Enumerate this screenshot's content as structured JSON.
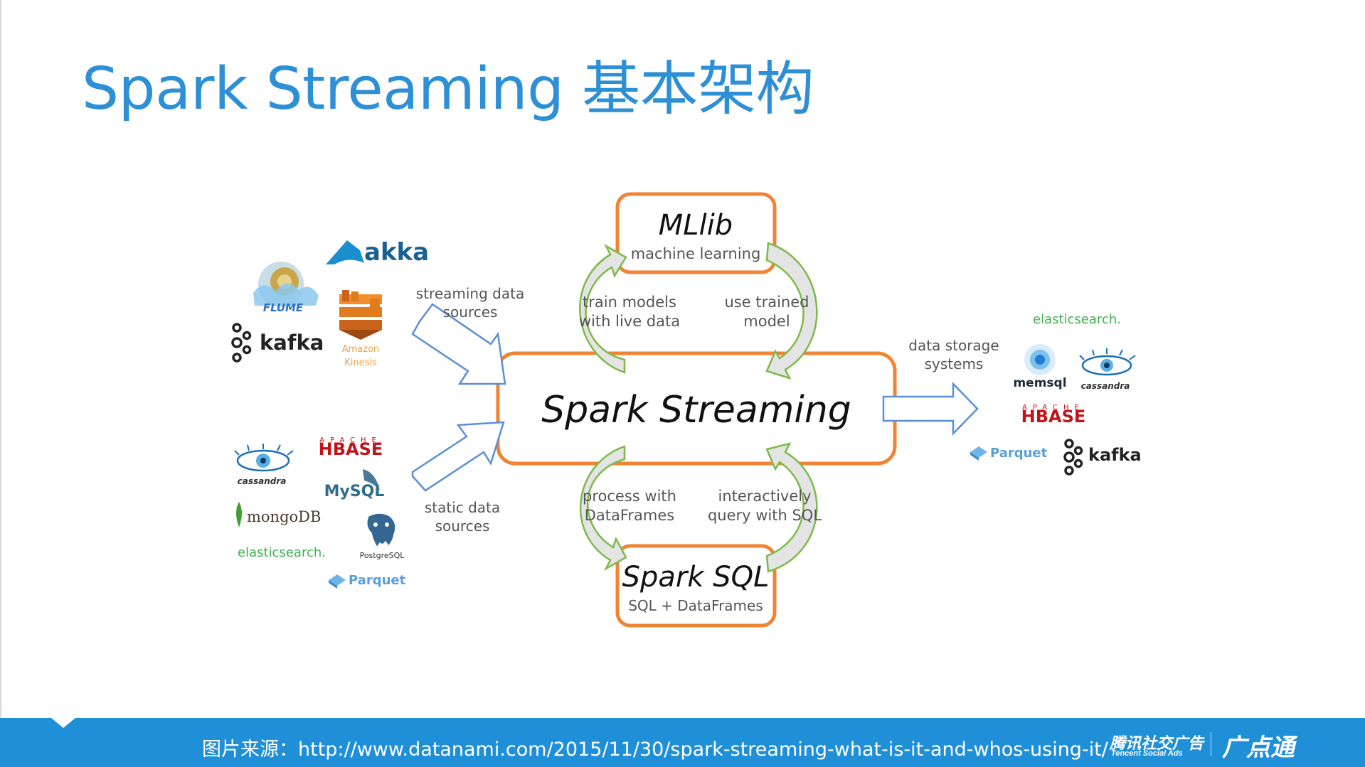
{
  "slide": {
    "title": "Spark Streaming 基本架构",
    "footer_text": "图片来源：http://www.datanami.com/2015/11/30/spark-streaming-what-is-it-and-whos-using-it/",
    "brand_cn": "腾讯社交广告",
    "brand_en": "Tencent Social Ads",
    "brand_logo": "广点通"
  },
  "diagram": {
    "core": "Spark Streaming",
    "mllib": {
      "title": "MLlib",
      "subtitle": "machine learning"
    },
    "sparksql": {
      "title": "Spark SQL",
      "subtitle": "SQL + DataFrames"
    },
    "labels": {
      "streaming_sources_1": "streaming data",
      "streaming_sources_2": "sources",
      "static_sources_1": "static data",
      "static_sources_2": "sources",
      "storage_1": "data storage",
      "storage_2": "systems",
      "train_1": "train models",
      "train_2": "with live data",
      "use_1": "use trained",
      "use_2": "model",
      "process_1": "process with",
      "process_2": "DataFrames",
      "query_1": "interactively",
      "query_2": "query with SQL"
    },
    "logos": {
      "akka": "akka",
      "flume": "FLUME",
      "kafka_src": "kafka",
      "kinesis_1": "Amazon",
      "kinesis_2": "Kinesis",
      "hbase_src_top": "APACHE",
      "hbase_src": "HBASE",
      "cassandra_src": "cassandra",
      "mysql": "MySQL",
      "mongodb": "mongoDB",
      "postgresql": "PostgreSQL",
      "elastic_src": "elasticsearch.",
      "parquet_src": "Parquet",
      "elastic_dst": "elasticsearch.",
      "memsql": "memsql",
      "cassandra_dst": "cassandra",
      "hbase_dst_top": "APACHE",
      "hbase_dst": "HBASE",
      "parquet_dst": "Parquet",
      "kafka_dst": "kafka"
    },
    "colors": {
      "orange": "#f08434",
      "green": "#7dba4a",
      "blue_arrow": "#5b8fd8",
      "title_blue": "#2d8fd5",
      "footer_blue": "#1f8fd8"
    }
  }
}
